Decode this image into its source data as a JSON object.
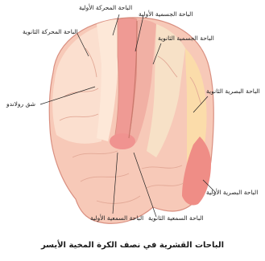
{
  "labels": {
    "primary_motor": "الباحة المحركة الأولية",
    "primary_somatosensory": "الباحة الجسمية الأولية",
    "secondary_motor": "الباحة المحركة الثانوية",
    "secondary_somatosensory_top": "الباحة الجسمية الثانوية",
    "rolando_fissure": "شق رولاندو",
    "secondary_visual": "الباحة البصرية الثانوية",
    "primary_visual": "الباحة البصرية الأولية",
    "primary_auditory": "الباحة السمعية الأولية",
    "secondary_auditory": "الباحة السمعية الثانوية"
  },
  "caption": "الباحات القشرية في نصف الكرة المخية الأيسر",
  "colors": {
    "brain_base": "#f7c9b8",
    "frontal_light": "#fbe3d2",
    "primary_strip": "#ef9a94",
    "sensory_strip": "#f7e1c7",
    "visual_secondary": "#fbdcaa",
    "visual_primary": "#ef8d86",
    "auditory_primary": "#f09390",
    "outline": "#d98f80"
  }
}
